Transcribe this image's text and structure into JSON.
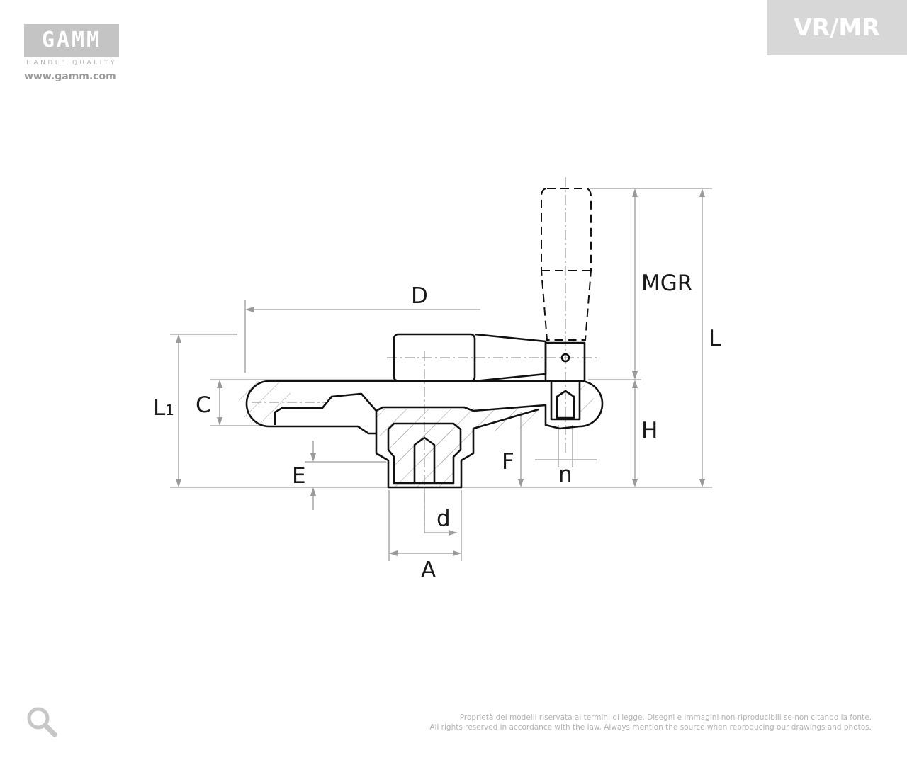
{
  "brand": {
    "logo_text": "GAMM",
    "tagline": "HANDLE QUALITY",
    "url": "www.gamm.com"
  },
  "product_code": "VR/MR",
  "dimensions": {
    "D": "D",
    "MGR": "MGR",
    "L": "L",
    "L1": "L",
    "L1_sub": "1",
    "C": "C",
    "H": "H",
    "E": "E",
    "F": "F",
    "n": "n",
    "d": "d",
    "A": "A"
  },
  "footer": {
    "line1": "Proprietà dei modelli riservata ai termini di legge. Disegni e immagini non riproducibili se non citando la fonte.",
    "line2": "All rights reserved in accordance with the law. Always mention the source when reproducing our drawings and photos."
  },
  "icons": {
    "zoom": "magnifier-icon"
  },
  "colors": {
    "badge_bg": "#d7d7d7",
    "logo_bg": "#c4c4c4",
    "line": "#111111",
    "dim_line": "#9a9a9a"
  }
}
